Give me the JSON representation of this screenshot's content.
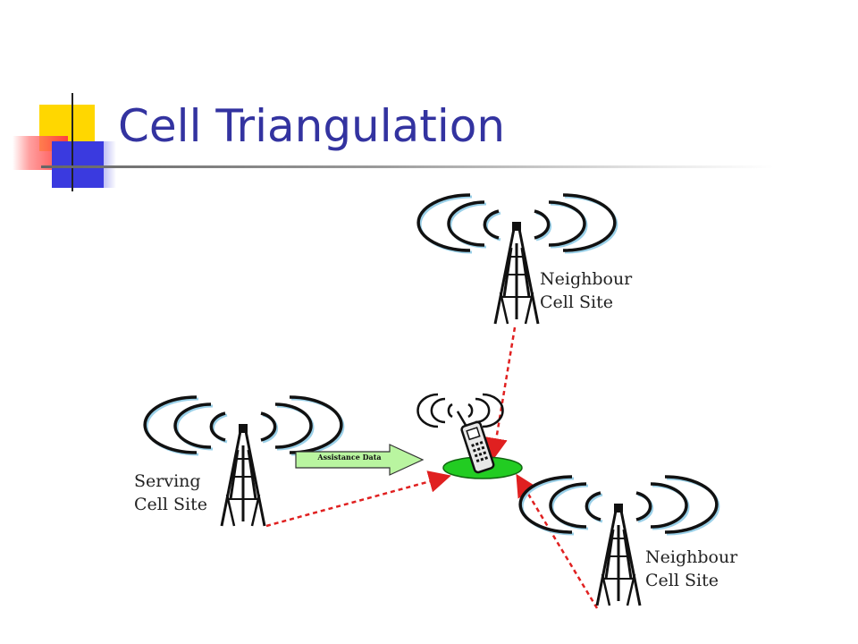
{
  "slide": {
    "title": "Cell Triangulation"
  },
  "diagram": {
    "serving_site": {
      "line1": "Serving",
      "line2": "Cell Site"
    },
    "neighbour_site_top": {
      "line1": "Neighbour",
      "line2": "Cell Site"
    },
    "neighbour_site_bottom": {
      "line1": "Neighbour",
      "line2": "Cell Site"
    },
    "assistance_arrow_label": "Assistance Data"
  },
  "colors": {
    "title": "#3333a0",
    "signal_link": "#e02020",
    "arrow_fill": "#b9f5a0",
    "handset_pad": "#22cc22",
    "wave_shadow": "#9ad0e8"
  }
}
